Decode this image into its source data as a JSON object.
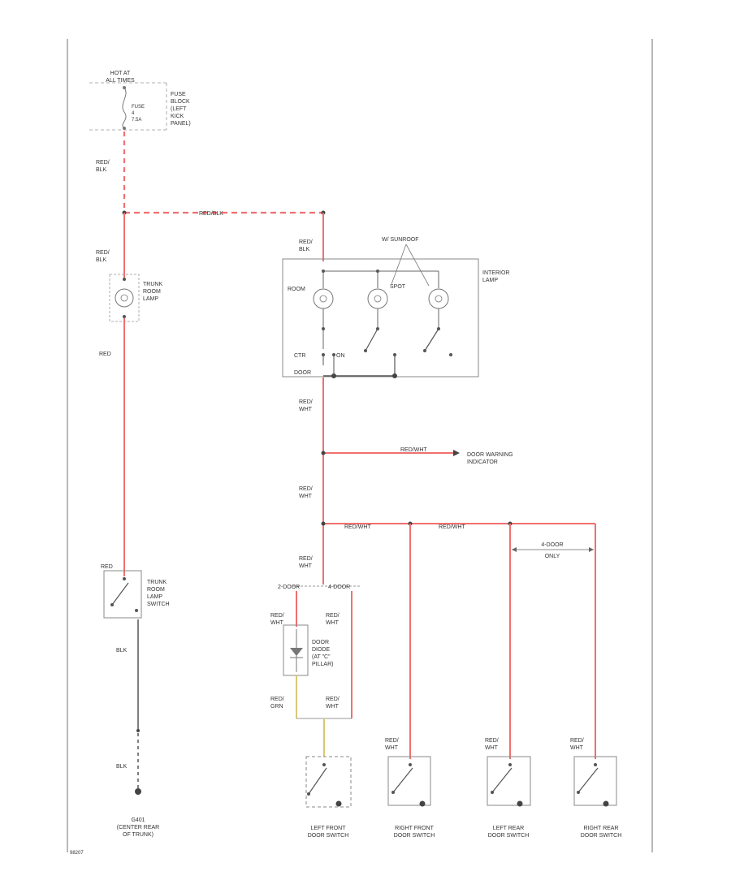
{
  "colors": {
    "wire_red": "#f07070",
    "wire_yellow": "#d8c878",
    "wire_black": "#555555",
    "line": "#777777"
  },
  "labels": {
    "hot_at_all_times": [
      "HOT AT",
      "ALL TIMES"
    ],
    "fuse": [
      "FUSE",
      "4",
      "7.5A"
    ],
    "fuse_block": [
      "FUSE",
      "BLOCK",
      "(LEFT",
      "KICK",
      "PANEL)"
    ],
    "red_blk": [
      "RED/",
      "BLK"
    ],
    "red_blk_horizontal": "RED/BLK",
    "trunk_room_lamp": [
      "TRUNK",
      "ROOM",
      "LAMP"
    ],
    "red": "RED",
    "w_sunroof": "W/ SUNROOF",
    "interior_lamp": [
      "INTERIOR",
      "LAMP"
    ],
    "room": "ROOM",
    "spot": "SPOT",
    "ctr": "CTR",
    "on": "ON",
    "door": "DOOR",
    "red_wht": [
      "RED/",
      "WHT"
    ],
    "red_wht_horizontal": "RED/WHT",
    "door_warning_indicator": [
      "DOOR WARNING",
      "INDICATOR"
    ],
    "two_door": "2-DOOR",
    "four_door": "4-DOOR",
    "four_door_only": [
      "4-DOOR",
      "ONLY"
    ],
    "door_diode": [
      "DOOR",
      "DIODE",
      "(AT \"C\"",
      "PILLAR)"
    ],
    "red_grn": [
      "RED/",
      "GRN"
    ],
    "trunk_room_lamp_switch": [
      "TRUNK",
      "ROOM",
      "LAMP",
      "SWITCH"
    ],
    "blk": "BLK",
    "g401": "G401",
    "g401_location": [
      "(CENTER REAR",
      "OF TRUNK)"
    ],
    "left_front_door_switch": [
      "LEFT FRONT",
      "DOOR SWITCH"
    ],
    "right_front_door_switch": [
      "RIGHT FRONT",
      "DOOR SWITCH"
    ],
    "left_rear_door_switch": [
      "LEFT REAR",
      "DOOR SWITCH"
    ],
    "right_rear_door_switch": [
      "RIGHT REAR",
      "DOOR SWITCH"
    ],
    "diagram_id": "98207"
  }
}
